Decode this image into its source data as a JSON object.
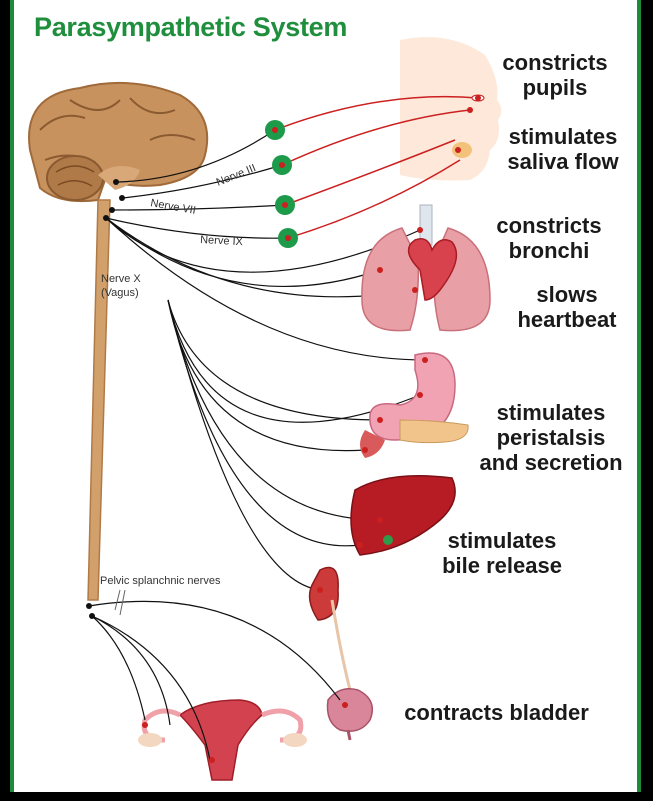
{
  "title": "Parasympathetic System",
  "nerves": {
    "n3": "Nerve III",
    "n7": "Nerve VII",
    "n9": "Nerve IX",
    "n10": "Nerve X\n(Vagus)",
    "pelvic": "Pelvic splanchnic nerves"
  },
  "effects": {
    "pupils": "constricts\npupils",
    "saliva": "stimulates\nsaliva flow",
    "bronchi": "constricts\nbronchi",
    "heart": "slows\nheartbeat",
    "peristalsis": "stimulates\nperistalsis\nand secretion",
    "bile": "stimulates\nbile release",
    "bladder": "contracts bladder"
  },
  "colors": {
    "accent": "#1f8f3e",
    "ganglion": "#1e9a4b",
    "nerve_red": "#cc1f1f",
    "organ_pink": "#e8848e",
    "organ_dark": "#a81c24",
    "brain": "#c8925e",
    "cord": "#d2a06a"
  }
}
